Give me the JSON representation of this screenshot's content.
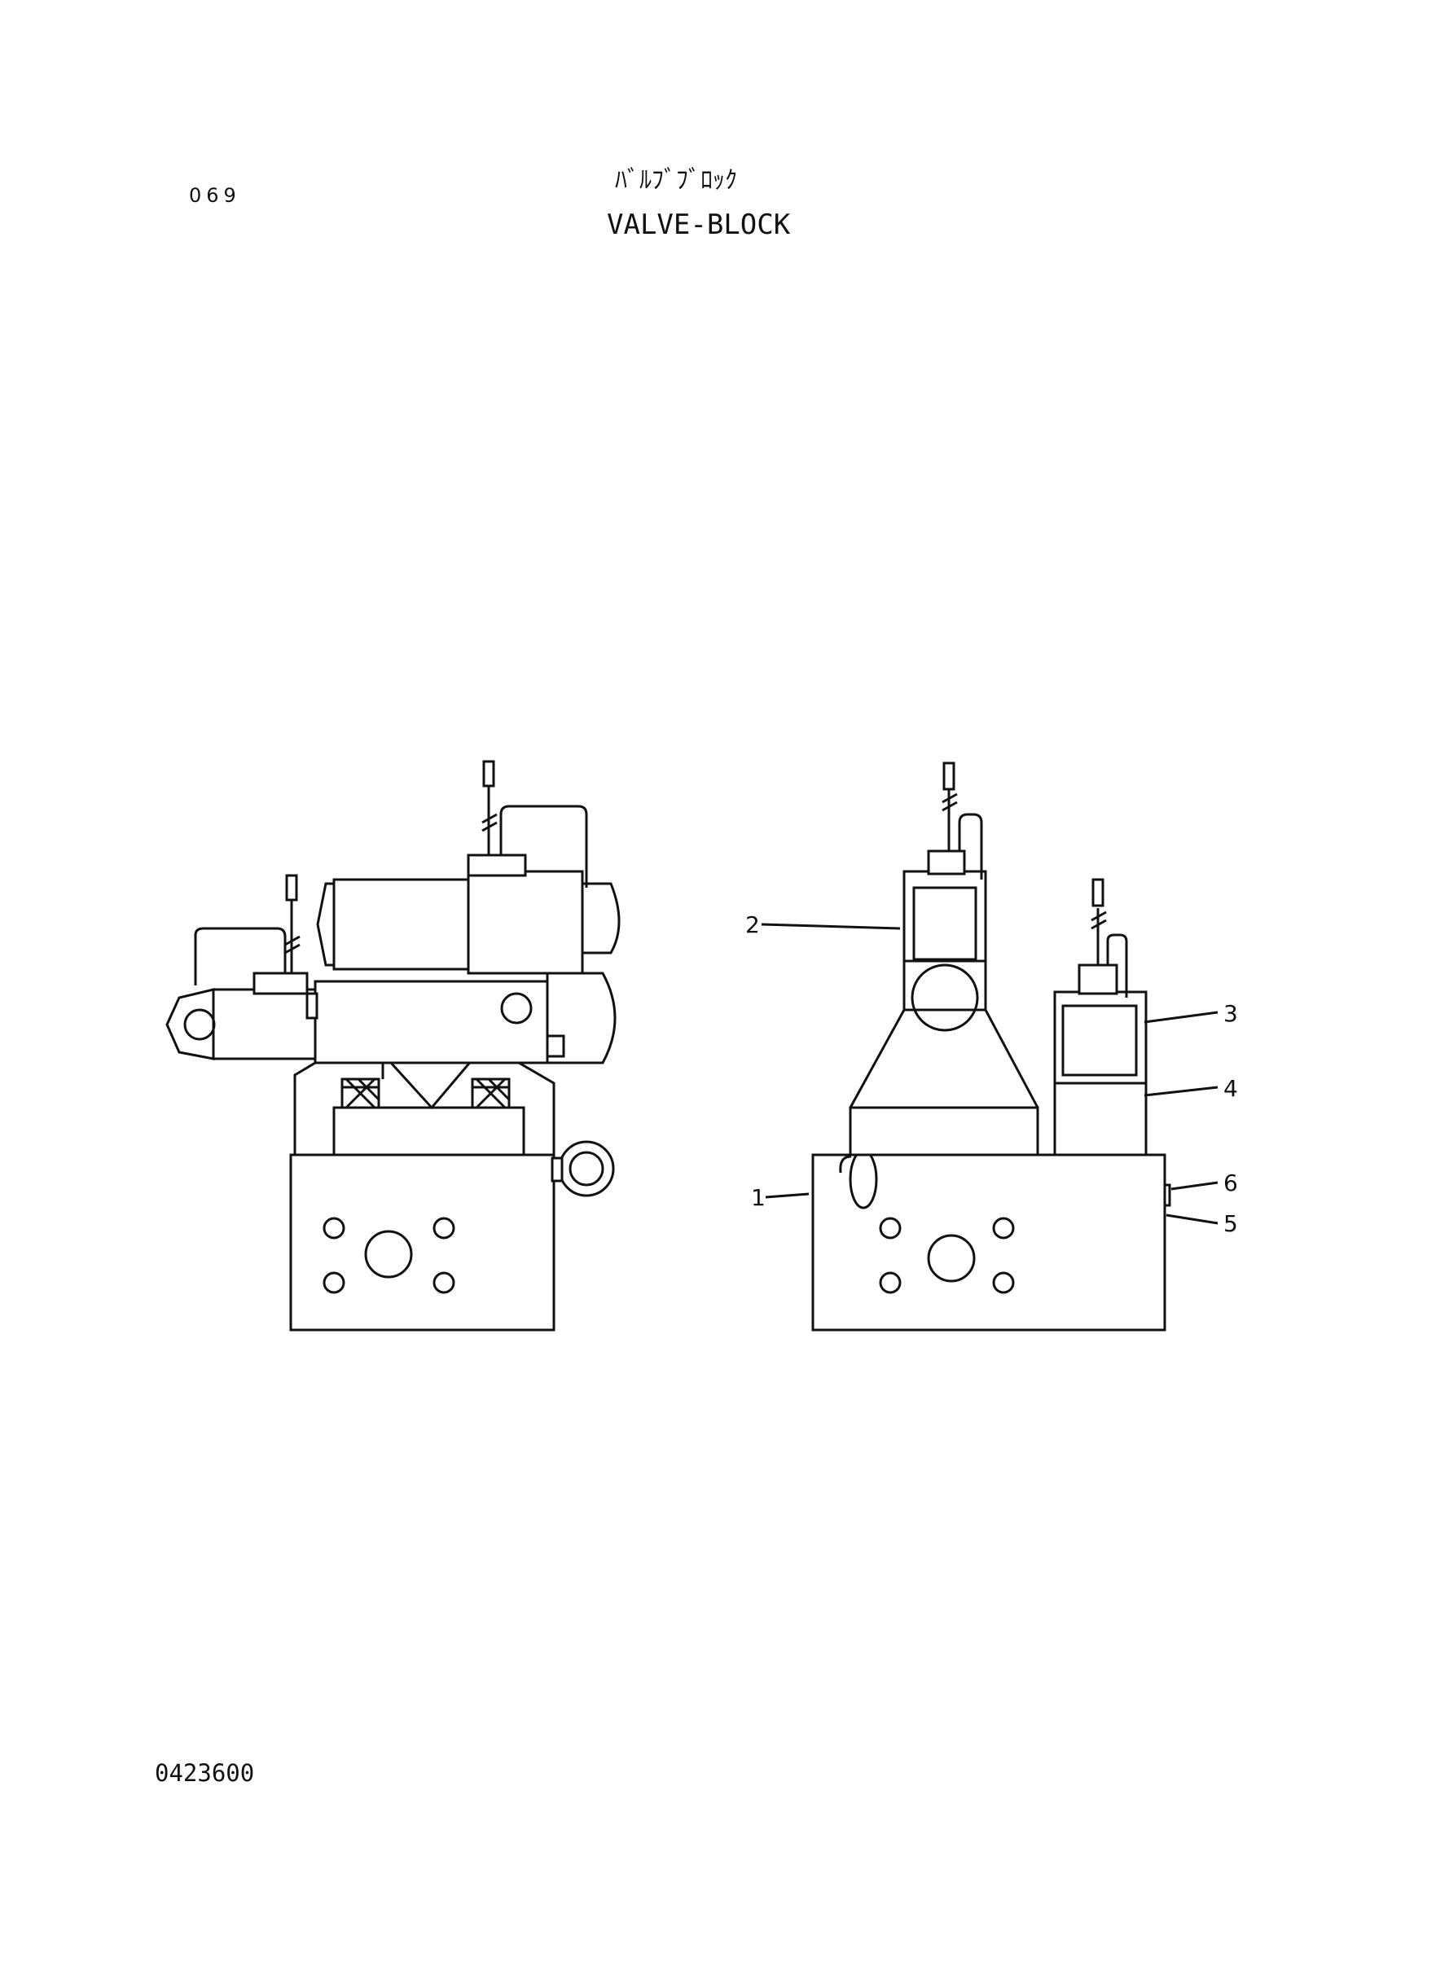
{
  "header": {
    "page_number": "069",
    "title_japanese": "ﾊﾞﾙﾌﾞﾌﾞﾛｯｸ",
    "title_english": "VALVE-BLOCK"
  },
  "footer": {
    "drawing_number": "0423600"
  },
  "callouts": [
    {
      "id": "callout-1",
      "label": "1"
    },
    {
      "id": "callout-2",
      "label": "2"
    },
    {
      "id": "callout-3",
      "label": "3"
    },
    {
      "id": "callout-4",
      "label": "4"
    },
    {
      "id": "callout-5",
      "label": "5"
    },
    {
      "id": "callout-6",
      "label": "6"
    }
  ]
}
